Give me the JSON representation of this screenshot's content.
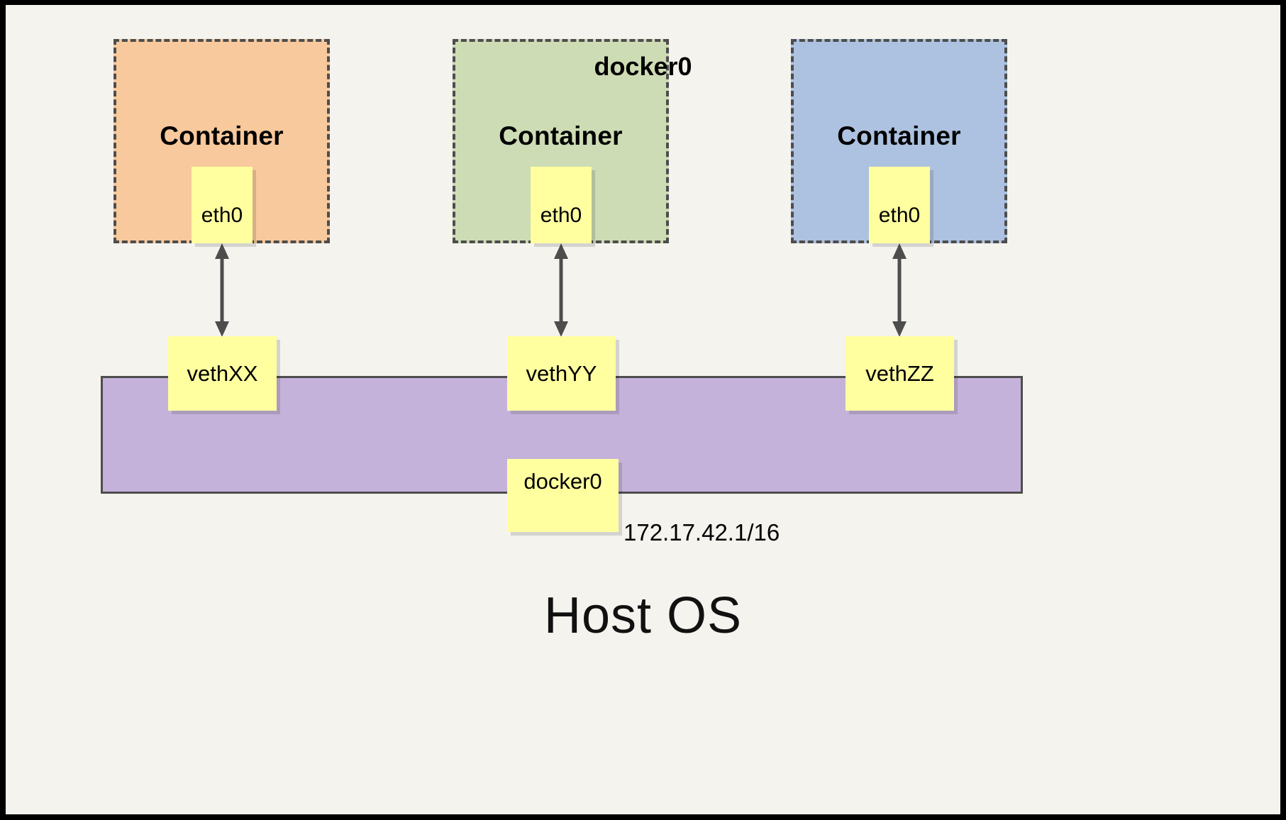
{
  "diagram": {
    "title_bottom": "Host OS",
    "background_color": "#f4f3ee",
    "frame_color": "#000000",
    "containers": [
      {
        "label": "Container",
        "fill_color": "#f8c99c",
        "border_color": "#4d4d4d",
        "interface": {
          "label": "eth0",
          "fill_color": "#ffffa0"
        },
        "link_to": "vethXX"
      },
      {
        "label": "Container",
        "fill_color": "#cddcb4",
        "border_color": "#4d4d4d",
        "interface": {
          "label": "eth0",
          "fill_color": "#ffffa0"
        },
        "link_to": "vethYY"
      },
      {
        "label": "Container",
        "fill_color": "#adc2e0",
        "border_color": "#4d4d4d",
        "interface": {
          "label": "eth0",
          "fill_color": "#ffffa0"
        },
        "link_to": "vethZZ"
      }
    ],
    "bridge": {
      "label": "docker0",
      "fill_color": "#c5b2da",
      "border_color": "#4d4d4d",
      "veth_interfaces": [
        {
          "label": "vethXX"
        },
        {
          "label": "vethYY"
        },
        {
          "label": "vethZZ"
        }
      ],
      "host_interface": {
        "label": "docker0"
      },
      "ip_address": "172.17.42.1/16"
    },
    "arrows": [
      {
        "name": "eth0-vethXX-arrow",
        "direction": "bidirectional",
        "color": "#4d4d4d"
      },
      {
        "name": "eth0-vethYY-arrow",
        "direction": "bidirectional",
        "color": "#4d4d4d"
      },
      {
        "name": "eth0-vethZZ-arrow",
        "direction": "bidirectional",
        "color": "#4d4d4d"
      }
    ]
  }
}
